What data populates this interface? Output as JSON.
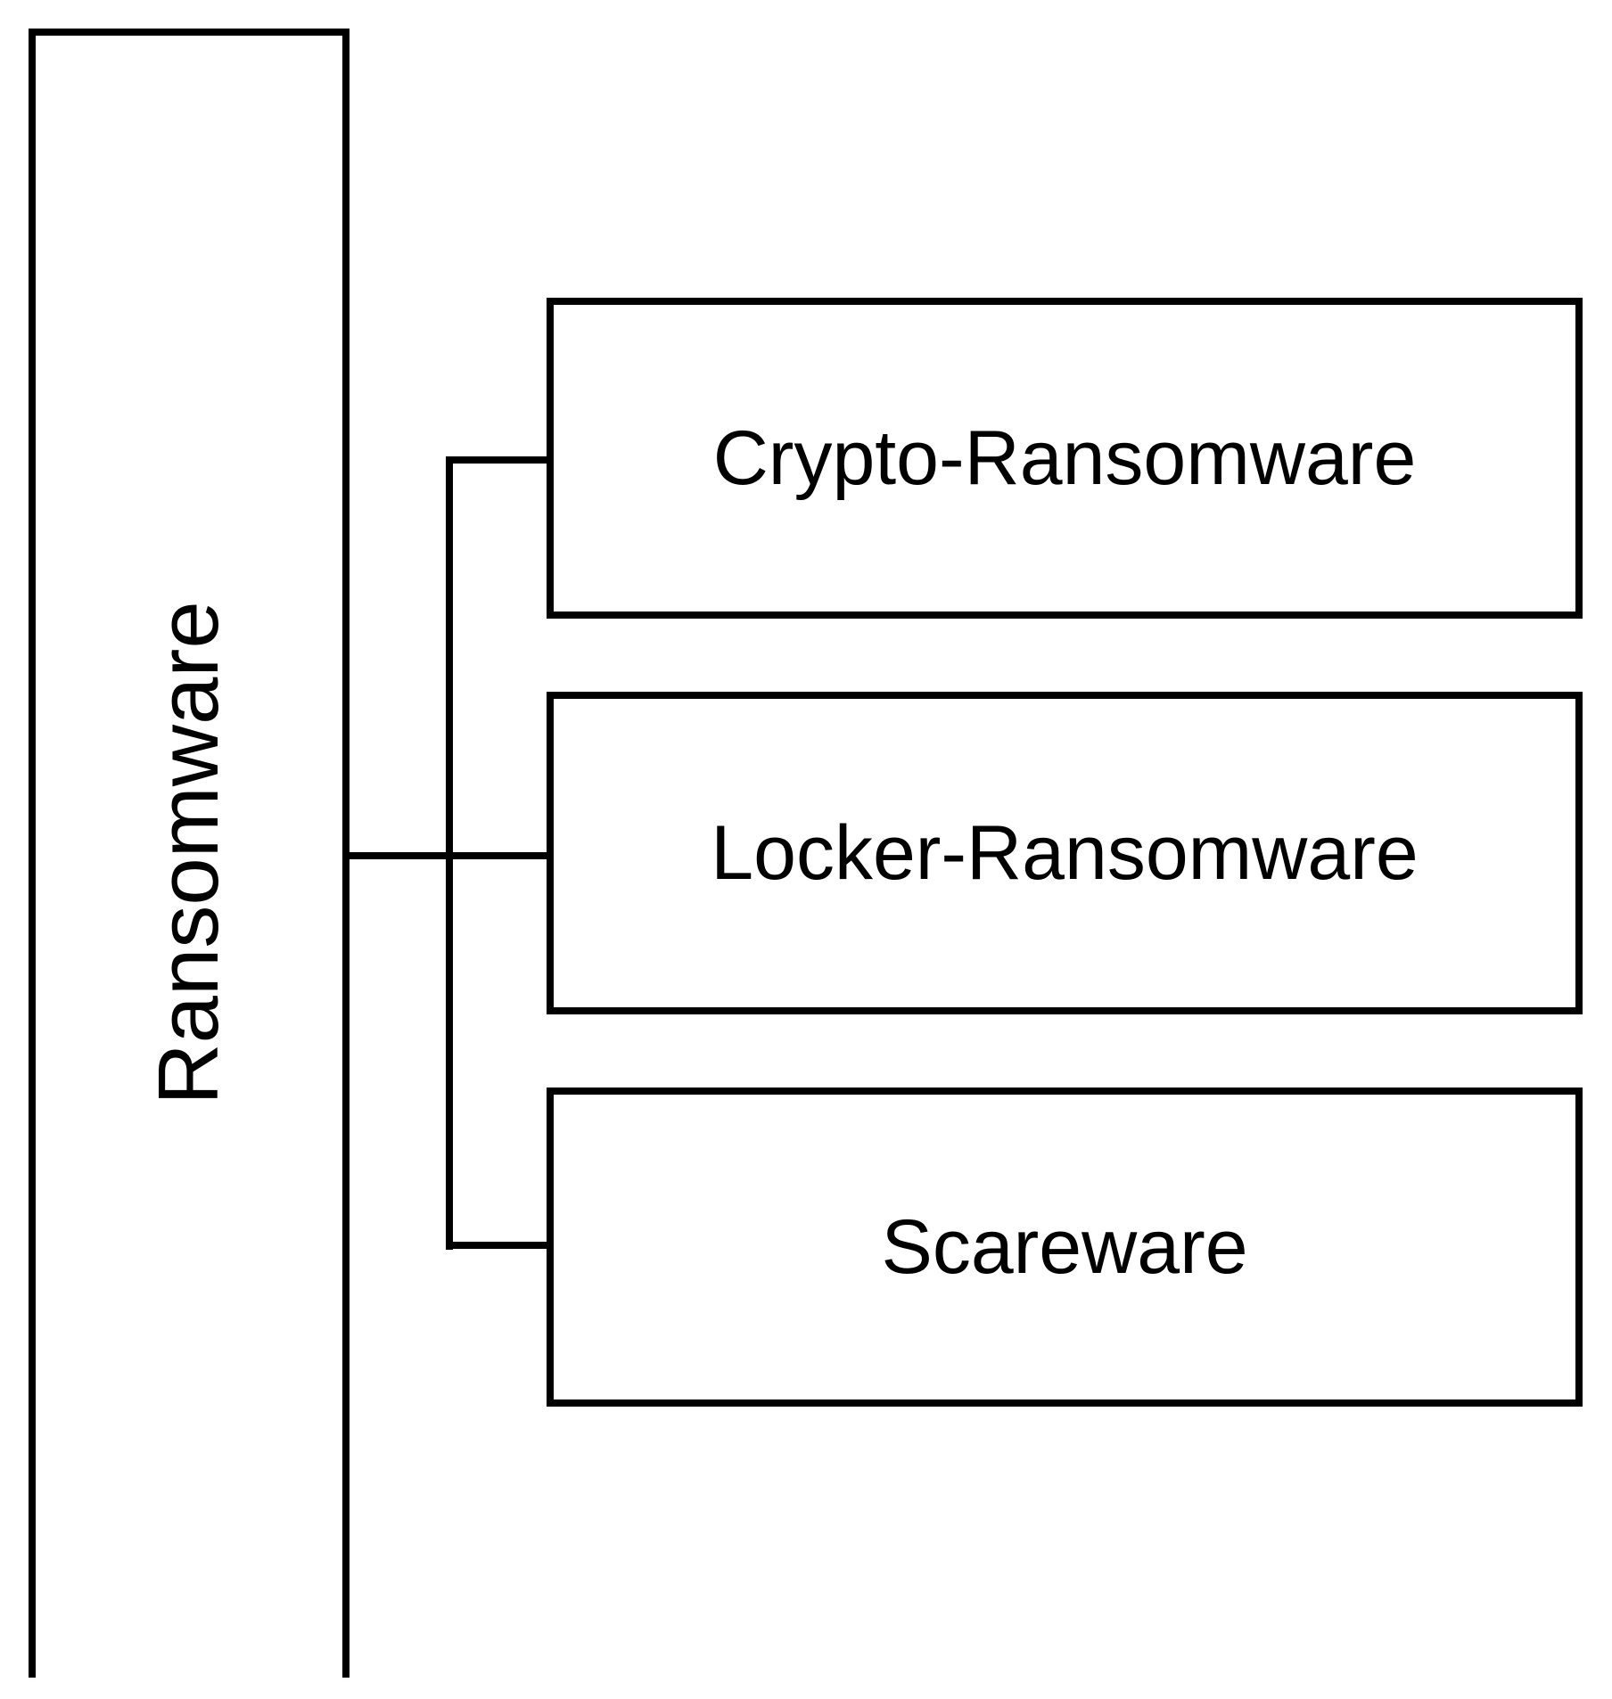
{
  "diagram": {
    "type": "hierarchy",
    "root": {
      "label": "Ransomware"
    },
    "children": [
      {
        "label": "Crypto-Ransomware"
      },
      {
        "label": "Locker-Ransomware"
      },
      {
        "label": "Scareware"
      }
    ],
    "colors": {
      "line": "#000000",
      "text": "#000000",
      "background": "#ffffff"
    }
  }
}
